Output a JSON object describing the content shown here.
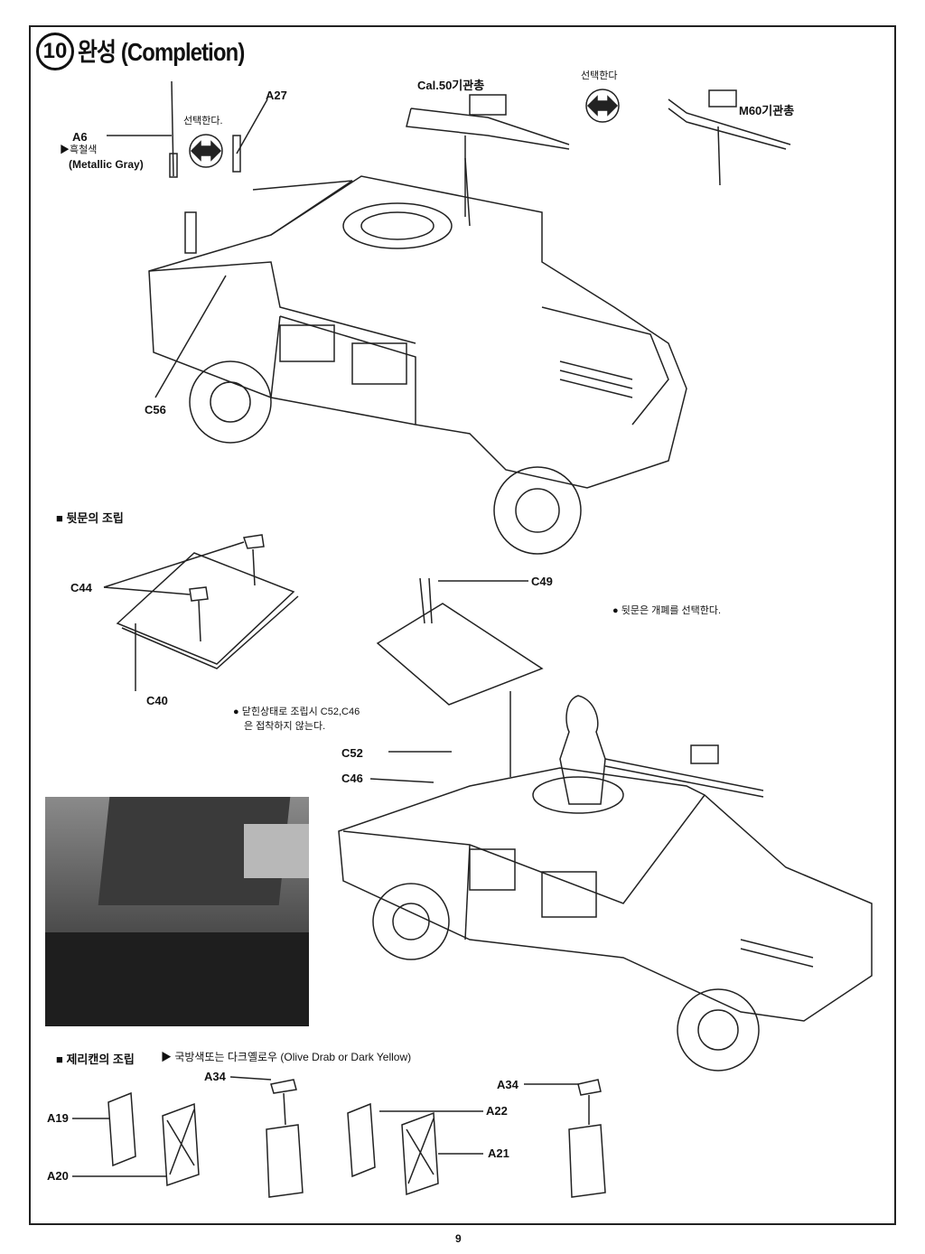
{
  "header": {
    "step_number": "10",
    "title": "완성 (Completion)"
  },
  "top_labels": {
    "a27": "A27",
    "a6": "A6",
    "a6_color_ko": "▶흑철색",
    "a6_color_en": "(Metallic Gray)",
    "choose_left": "선택한다.",
    "choose_right": "선택한다",
    "cal50": "Cal.50기관총",
    "m60": "M60기관총",
    "c56": "C56"
  },
  "rear_door": {
    "section_title": "■ 뒷문의 조립",
    "c44": "C44",
    "c40": "C40",
    "c49": "C49",
    "note_open": "● 뒷문은 개폐를 선택한다.",
    "note_closed_1": "● 닫힌상태로 조립시 C52,C46",
    "note_closed_2": "은 접착하지 않는다.",
    "c52": "C52",
    "c46": "C46"
  },
  "jerrycan": {
    "section_title": "■ 제리캔의 조립",
    "color_note": "▶ 국방색또는 다크옐로우 (Olive Drab or Dark Yellow)",
    "a34_left": "A34",
    "a34_right": "A34",
    "a19": "A19",
    "a20": "A20",
    "a22": "A22",
    "a21": "A21"
  },
  "footer": {
    "page_number": "9"
  }
}
